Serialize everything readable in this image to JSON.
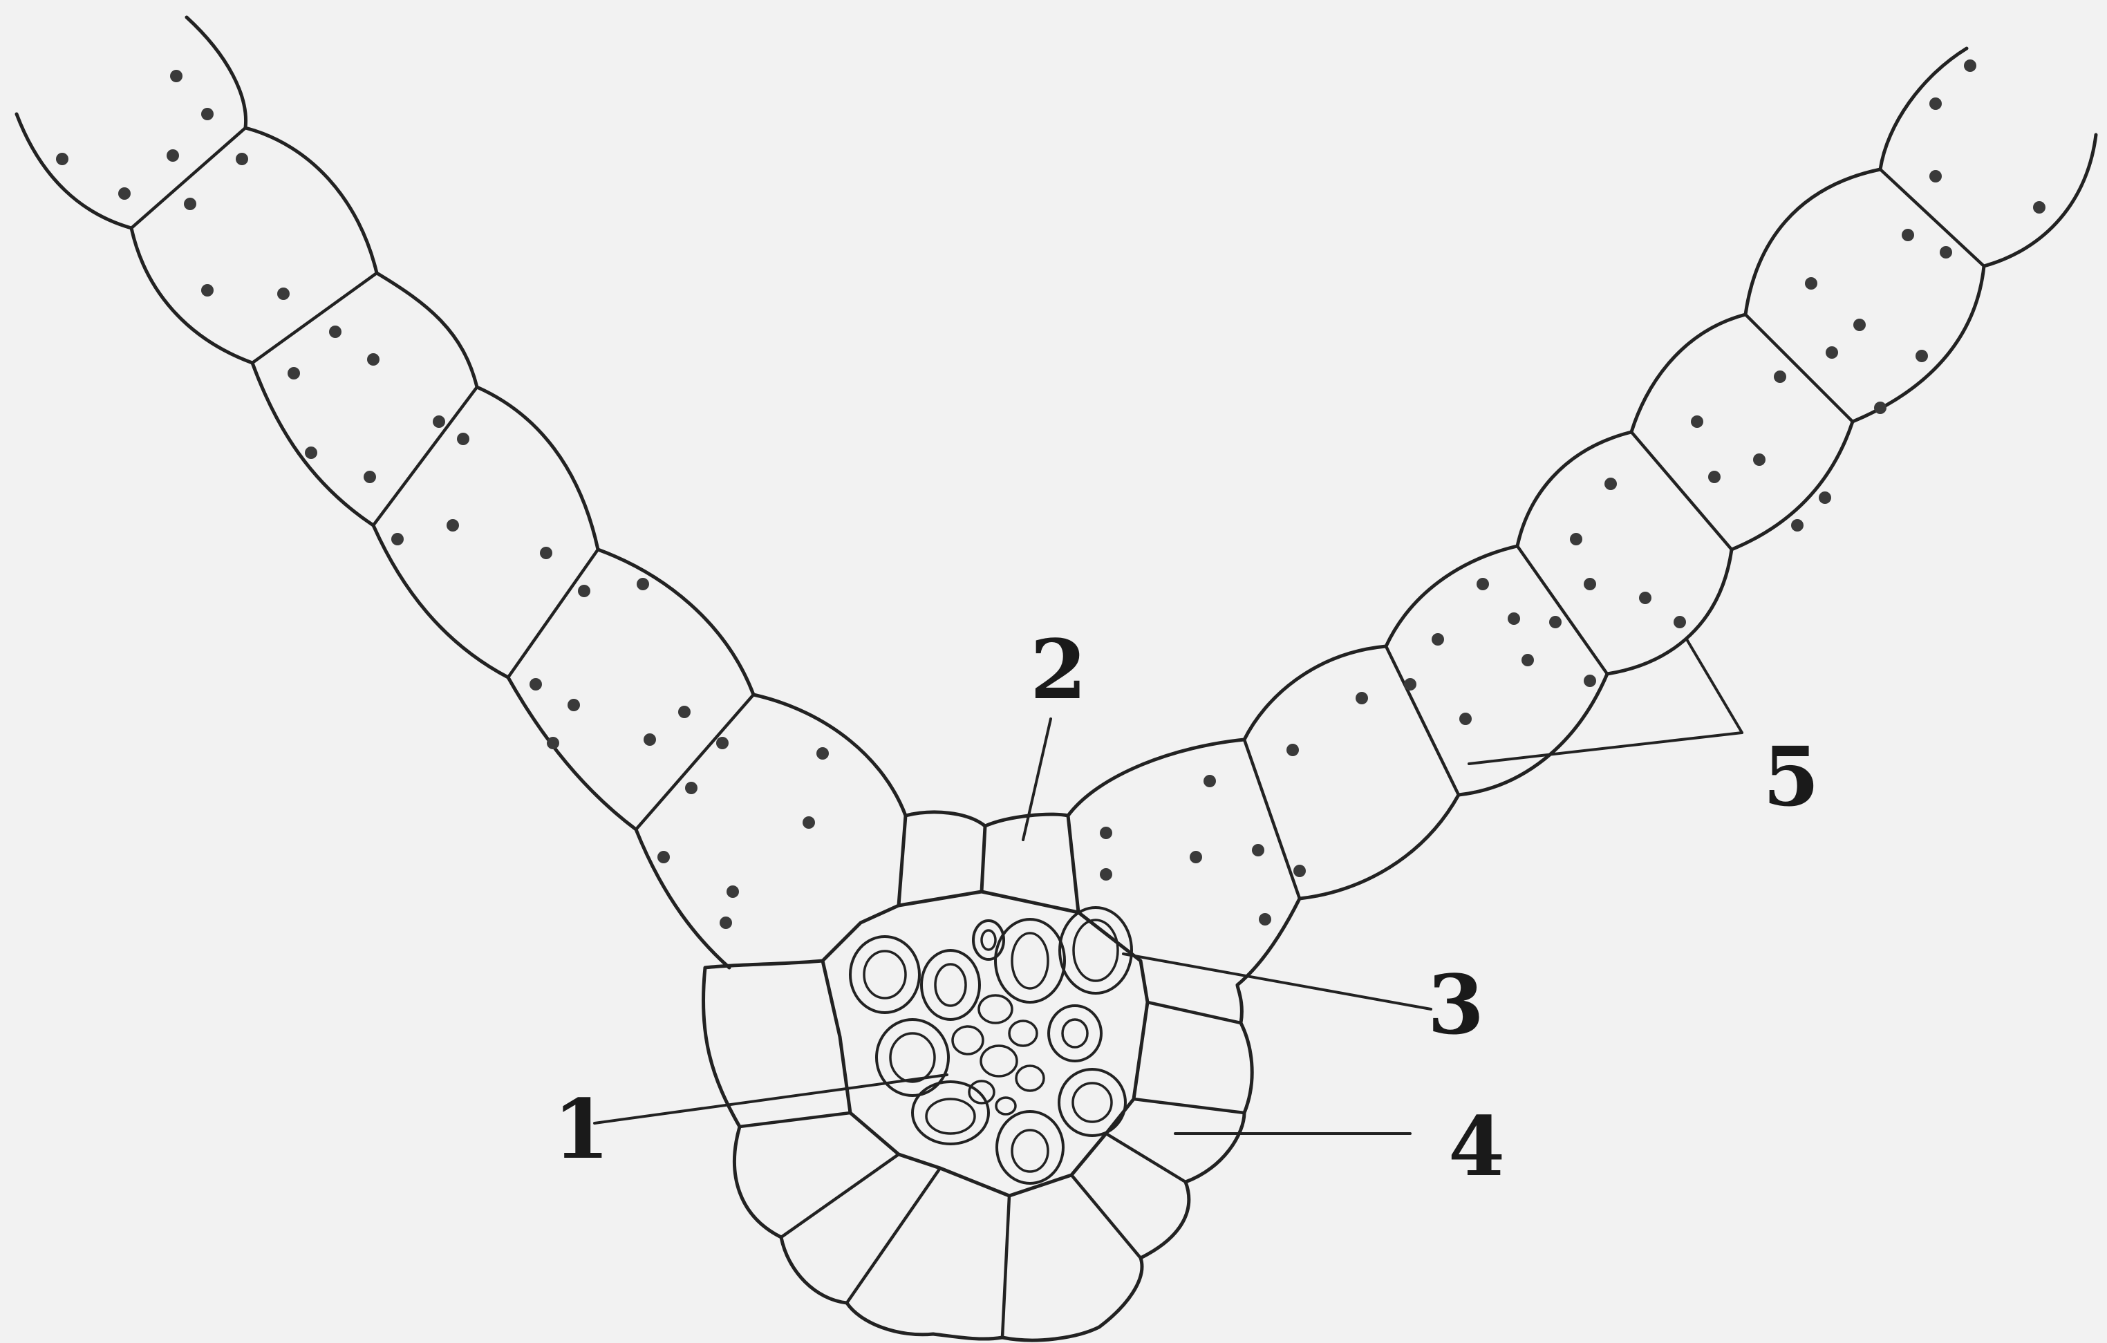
{
  "labels": {
    "one": "1",
    "two": "2",
    "three": "3",
    "four": "4",
    "five": "5"
  },
  "colors": {
    "background": "#f2f2f2",
    "ink": "#222222"
  }
}
